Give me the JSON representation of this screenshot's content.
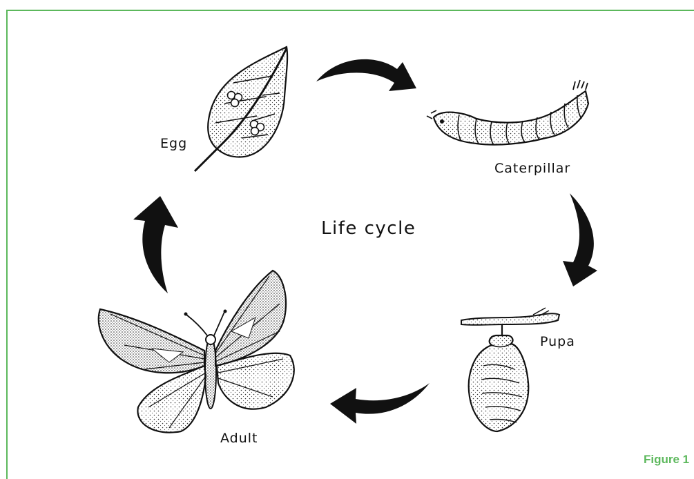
{
  "diagram": {
    "center_label": "Life cycle",
    "stages": [
      {
        "label": "Egg",
        "icon": "leaf-with-eggs-illustration"
      },
      {
        "label": "Caterpillar",
        "icon": "caterpillar-illustration"
      },
      {
        "label": "Pupa",
        "icon": "chrysalis-illustration"
      },
      {
        "label": "Adult",
        "icon": "butterfly-illustration"
      }
    ]
  },
  "figure_label": "Figure 1",
  "colors": {
    "frame": "#5cb85c",
    "figure_label": "#5cb85c",
    "ink": "#111111"
  }
}
